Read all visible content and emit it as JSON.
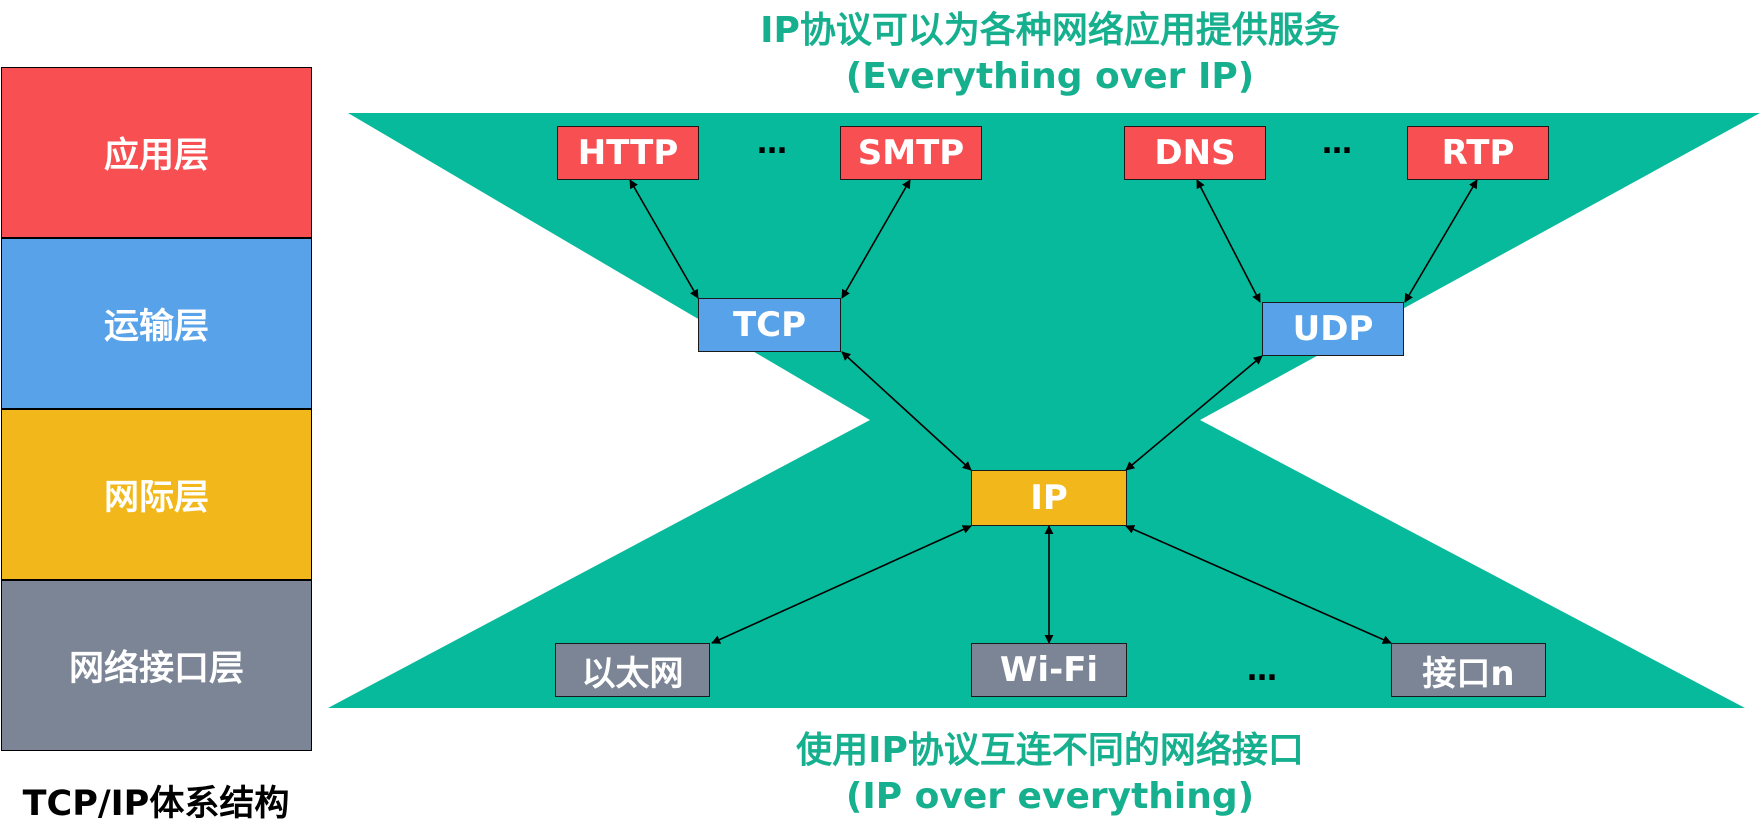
{
  "colors": {
    "app_layer": "#f85052",
    "transport_layer": "#58a2ea",
    "internet_layer": "#f2b81b",
    "link_layer": "#7b8596",
    "hourglass": "#07ba9b",
    "heading": "#16b08f"
  },
  "stack": {
    "layers": [
      "应用层",
      "运输层",
      "网际层",
      "网络接口层"
    ],
    "caption": "TCP/IP体系结构"
  },
  "top_heading": {
    "line1": "IP协议可以为各种网络应用提供服务",
    "line2": "(Everything over IP)"
  },
  "bottom_heading": {
    "line1": "使用IP协议互连不同的网络接口",
    "line2": "(IP over everything)"
  },
  "application_protocols": [
    "HTTP",
    "SMTP",
    "DNS",
    "RTP"
  ],
  "transport_protocols": [
    "TCP",
    "UDP"
  ],
  "internet_protocol": "IP",
  "interfaces": [
    "以太网",
    "Wi-Fi",
    "接口n"
  ],
  "ellipsis": "…"
}
